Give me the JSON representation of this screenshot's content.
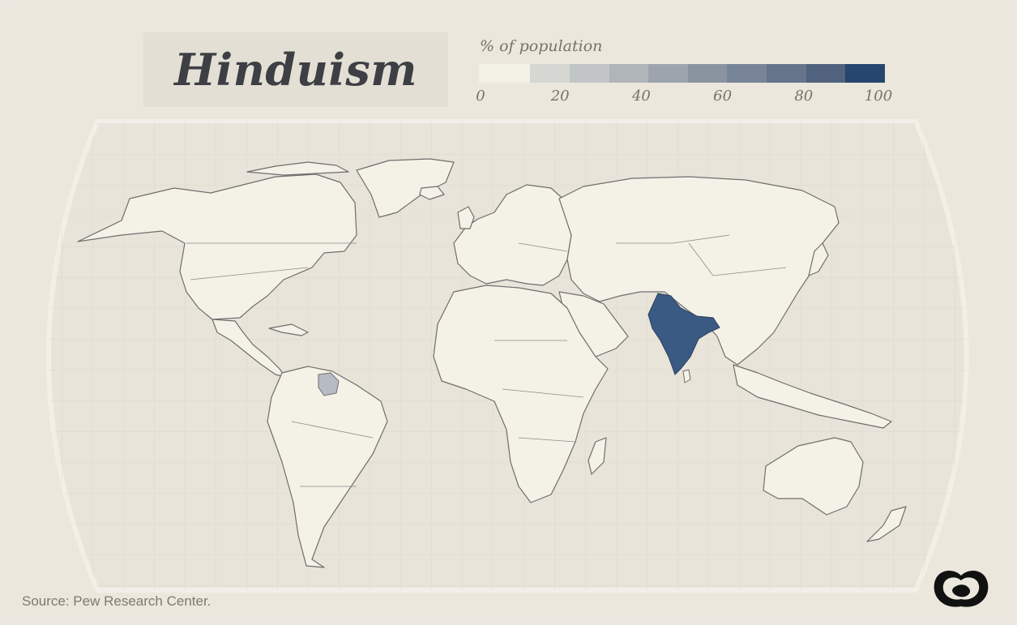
{
  "title": "Hinduism",
  "legend": {
    "title": "% of population",
    "ticks": [
      {
        "value": 0,
        "label": "0"
      },
      {
        "value": 20,
        "label": "20"
      },
      {
        "value": 40,
        "label": "40"
      },
      {
        "value": 60,
        "label": "60"
      },
      {
        "value": 80,
        "label": "80"
      },
      {
        "value": 100,
        "label": "100"
      }
    ],
    "colors": [
      "#f3f0e6",
      "#d6d6d2",
      "#c2c5c6",
      "#b0b5ba",
      "#9da4ad",
      "#8a94a1",
      "#788497",
      "#65748a",
      "#50627d",
      "#27466e"
    ]
  },
  "highlighted_regions": [
    {
      "name": "India",
      "value": 80,
      "color": "#3a5a83"
    },
    {
      "name": "Nepal",
      "value": 80,
      "color": "#3a5a83"
    },
    {
      "name": "Guyana",
      "value": 25,
      "color": "#b7bcc4"
    },
    {
      "name": "Suriname",
      "value": 25,
      "color": "#b7bcc4"
    }
  ],
  "colors": {
    "background": "#ebe7dd",
    "land": "#f4f1e7",
    "border": "#6e6e6e",
    "ocean": "#e8e4d9"
  },
  "source": "Source: Pew Research Center.",
  "logo_icon": "visual-capitalist-logo-icon"
}
